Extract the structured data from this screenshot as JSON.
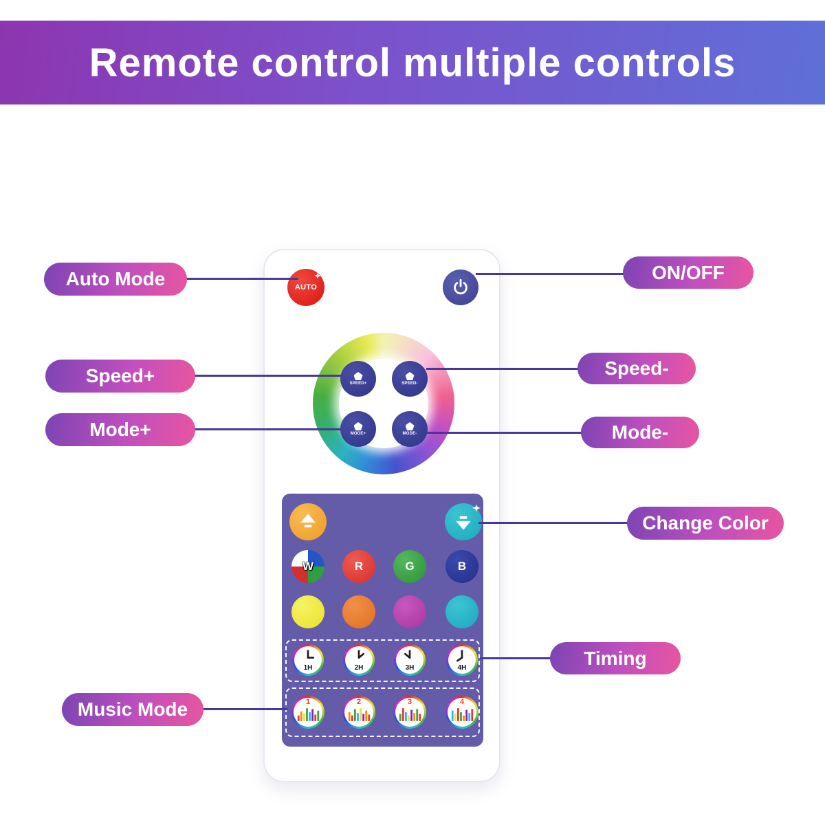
{
  "header": {
    "title": "Remote control multiple controls"
  },
  "callouts": {
    "auto_mode": "Auto Mode",
    "speed_plus": "Speed+",
    "mode_plus": "Mode+",
    "music_mode": "Music Mode",
    "on_off": "ON/OFF",
    "speed_minus": "Speed-",
    "mode_minus": "Mode-",
    "change_color": "Change Color",
    "timing": "Timing"
  },
  "remote": {
    "auto_button_label": "AUTO",
    "wheel_buttons": {
      "speed_plus": "SPEED+",
      "speed_minus": "SPEED-",
      "mode_plus": "MODE+",
      "mode_minus": "MODE-"
    },
    "color_letters": {
      "w": "W",
      "r": "R",
      "g": "G",
      "b": "B"
    },
    "timer_labels": [
      "1H",
      "2H",
      "3H",
      "4H"
    ],
    "music_labels": [
      "1",
      "2",
      "3",
      "4"
    ]
  },
  "colors": {
    "banner_start": "#8d35b0",
    "banner_end": "#5f6fd8",
    "pill_start": "#7d44b3",
    "pill_end": "#e8559f",
    "panel": "#645ca9",
    "connector": "#47399b",
    "auto_red": "#d8150f",
    "power_blue": "#3f4290",
    "teal": "#1ba8bd",
    "orange": "#ee9b25"
  }
}
